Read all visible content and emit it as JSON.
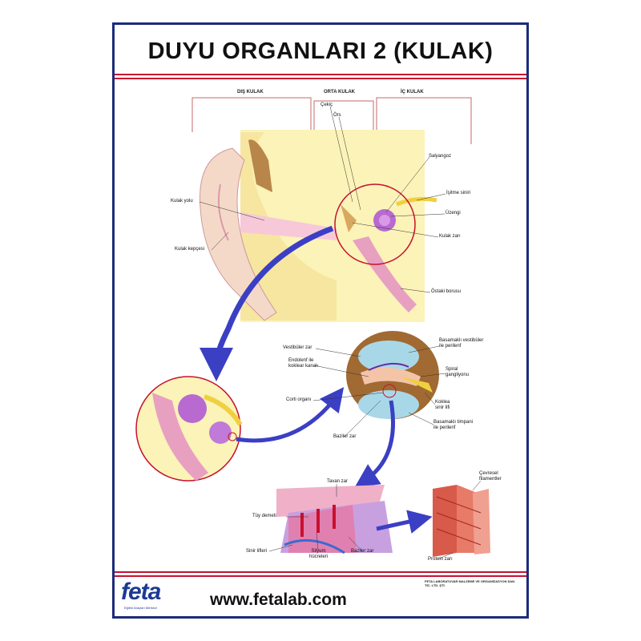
{
  "title": "DUYU ORGANLARI 2 (KULAK)",
  "sections": {
    "outer": "DIŞ KULAK",
    "middle": "ORTA KULAK",
    "inner": "İÇ KULAK"
  },
  "labels": {
    "cekic": "Çekiç",
    "ors": "Örs",
    "salyangoz": "Salyangoz",
    "isitme_siniri": "İşitme siniri",
    "uzengi": "Üzengi",
    "kulak_zari": "Kulak zarı",
    "ostaki_borusu": "Östaki borusu",
    "kulak_yolu": "Kulak yolu",
    "kulak_kepcesi": "Kulak kepçesi",
    "vestibuler_zar": "Vestibüler zar",
    "endolenf": "Endolenf ile\nkoklear kanalı",
    "corti": "Corti organı",
    "baziler_zar": "Baziler zar",
    "basamakli_vestibuler": "Basamaklı vestibüler\nile perilenf",
    "spiral_gangliyon": "Spiral\ngangliyonu",
    "koklea_sinir": "Koklea\nsinir lifi",
    "basamakli_timpani": "Basamaklı timpani\nile perilenf",
    "tavan_zar": "Tavan zar",
    "tuy_demeti": "Tüy demeti",
    "sinir_lifleri": "Sinir lifleri",
    "silyum": "Silyum\nhücreleri",
    "baziler_zar2": "Baziler zar",
    "cevresel": "Çevresel\nfilamentler",
    "protein_zari": "Protein zarı"
  },
  "footer": {
    "logo": "feta",
    "logo_sub": "Eğitim Araçları Merkezi",
    "url": "www.fetalab.com",
    "company_name": "FETA LABORATUVAR MALZEME VE ORGANİZASYON SAN. TİC. LTD. ŞTİ."
  },
  "colors": {
    "border": "#1c2b7a",
    "rule": "#c8102e",
    "arrow": "#3b3fc4"
  }
}
